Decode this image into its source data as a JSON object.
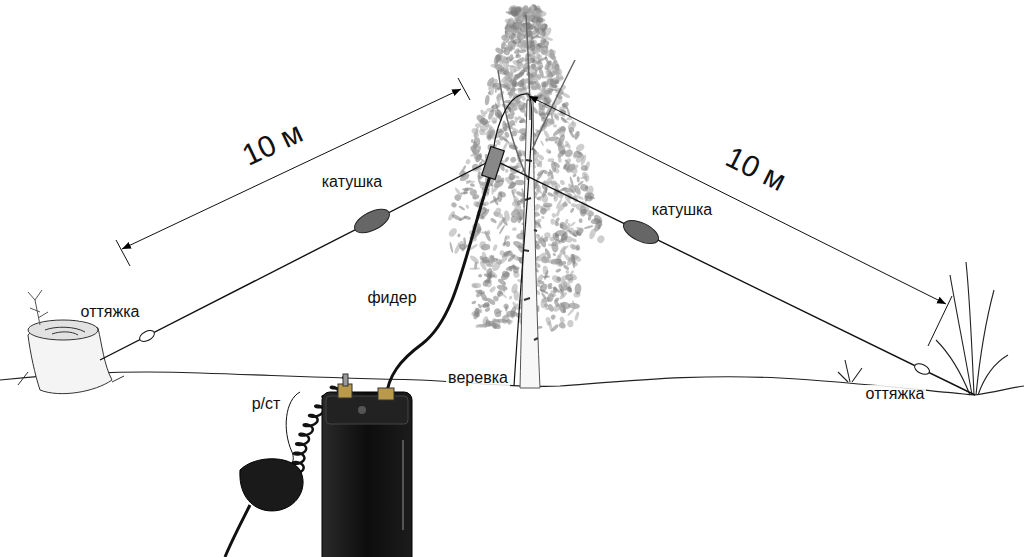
{
  "diagram": {
    "labels": [
      "10 м",
      "10 м",
      "катушка",
      "катушка",
      "фидер",
      "оттяжка",
      "веревка",
      "оттяжка",
      "р/ст"
    ]
  }
}
